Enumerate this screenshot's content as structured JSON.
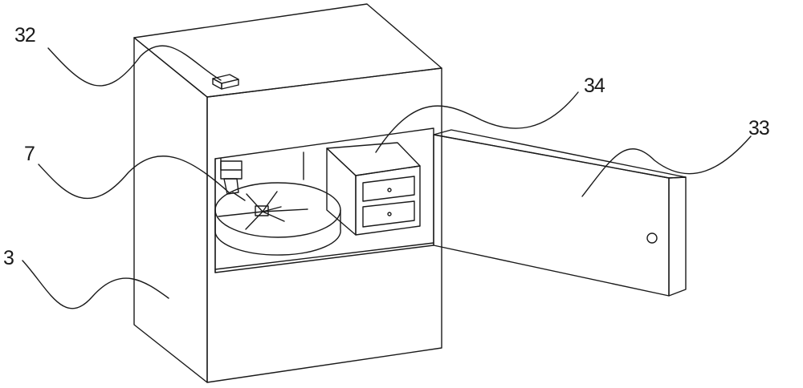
{
  "labels": {
    "part_3": "3",
    "part_7": "7",
    "part_32": "32",
    "part_33": "33",
    "part_34": "34"
  },
  "colors": {
    "line": "#1a1a1a",
    "background": "#ffffff"
  }
}
